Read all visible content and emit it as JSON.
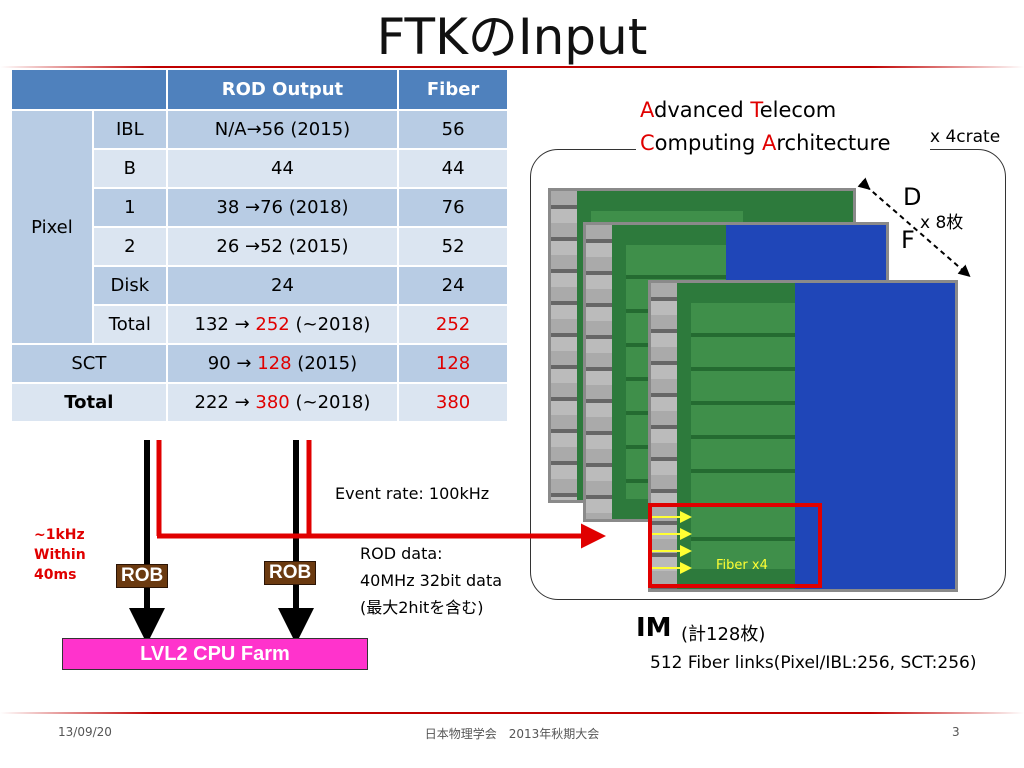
{
  "title": "FTKのInput",
  "table": {
    "headers": [
      "",
      "ROD Output",
      "Fiber"
    ],
    "pixel_label": "Pixel",
    "pixel_rows": [
      {
        "name": "IBL",
        "rod": "N/A→56 (2015)",
        "fiber": "56"
      },
      {
        "name": "B",
        "rod": "44",
        "fiber": "44"
      },
      {
        "name": "1",
        "rod": "38 →76 (2018)",
        "fiber": "76"
      },
      {
        "name": "2",
        "rod": "26 →52 (2015)",
        "fiber": "52"
      },
      {
        "name": "Disk",
        "rod": "24",
        "fiber": "24"
      }
    ],
    "pixel_total": {
      "name": "Total",
      "rod_pre": "132 → ",
      "rod_hl": "252",
      "rod_post": " (~2018)",
      "fiber": "252"
    },
    "sct": {
      "name": "SCT",
      "rod_pre": "90 → ",
      "rod_hl": "128",
      "rod_post": " (2015)",
      "fiber": "128"
    },
    "total": {
      "name": "Total",
      "rod_pre": "222 → ",
      "rod_hl": "380",
      "rod_post": " (~2018)",
      "fiber": "380"
    }
  },
  "atca": {
    "line1_cap1": "A",
    "line1_rest1": "dvanced ",
    "line1_cap2": "T",
    "line1_rest2": "elecom",
    "line2_cap1": "C",
    "line2_rest1": "omputing ",
    "line2_cap2": "A",
    "line2_rest2": "rchitecture",
    "crate_count": "x 4crate",
    "df_d": "D",
    "df_f": "F",
    "df_count": "x 8枚"
  },
  "fiber_label": "Fiber x4",
  "im": {
    "title": "IM",
    "count": "(計128枚)",
    "links": "512 Fiber links(Pixel/IBL:256, SCT:256)"
  },
  "event_rate": "Event rate: 100kHz",
  "rod_data": {
    "line1": "ROD data:",
    "line2": "40MHz 32bit data",
    "line3": "(最大2hitを含む)"
  },
  "rate_note": {
    "line1": "~1kHz",
    "line2": "Within",
    "line3": "40ms"
  },
  "rob_label": "ROB",
  "lvl2_label": "LVL2 CPU Farm",
  "footer": {
    "date": "13/09/20",
    "conference": "日本物理学会　2013年秋期大会",
    "page": "3"
  },
  "colors": {
    "accent_red": "#e00000",
    "header_blue": "#4f81bd",
    "row_light": "#dbe5f1",
    "row_dark": "#b8cce4",
    "rob_brown": "#6b3a10",
    "lvl2_pink": "#ff33cc"
  }
}
